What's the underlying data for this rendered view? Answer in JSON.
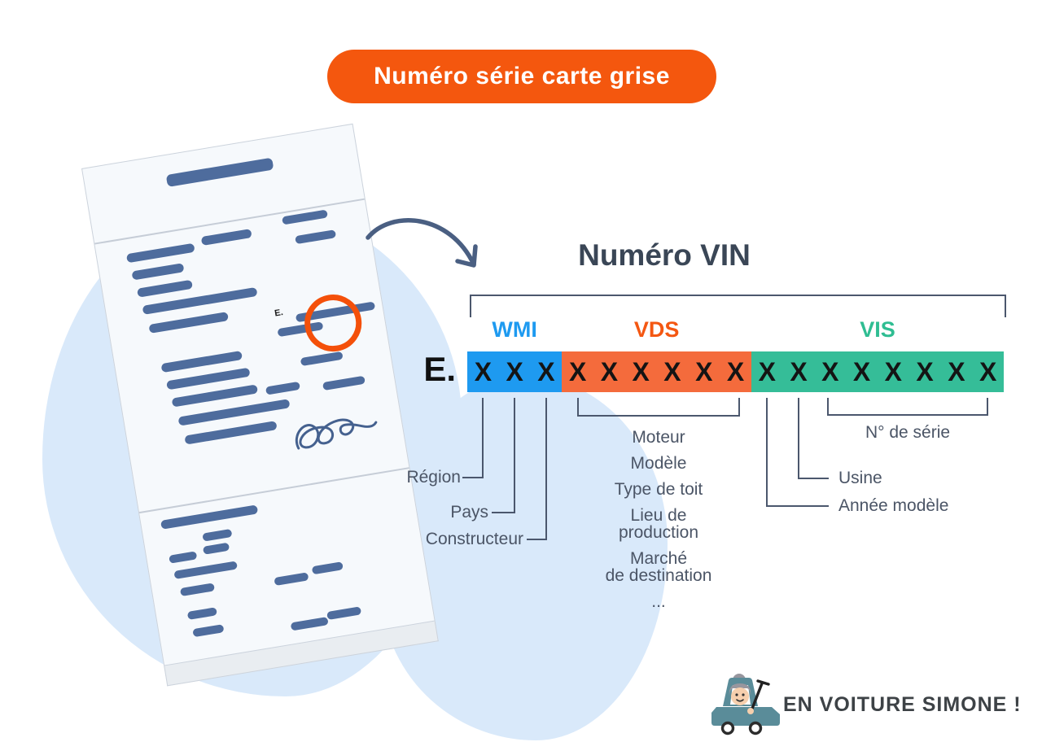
{
  "badge": {
    "label": "Numéro série carte grise",
    "color": "#f4570e"
  },
  "vin": {
    "title": "Numéro VIN",
    "prefix": "E.",
    "placeholder_char": "X",
    "sections": [
      {
        "code": "WMI",
        "length": 3,
        "bar_color": "#1e9af0",
        "label_color": "#1e9af0"
      },
      {
        "code": "VDS",
        "length": 6,
        "bar_color": "#f46b3c",
        "label_color": "#f45712"
      },
      {
        "code": "VIS",
        "length": 8,
        "bar_color": "#35bd98",
        "label_color": "#2fbd92"
      }
    ],
    "wmi_labels": [
      "Région",
      "Pays",
      "Constructeur"
    ],
    "vds_labels": [
      [
        "Moteur"
      ],
      [
        "Modèle"
      ],
      [
        "Type de toit"
      ],
      [
        "Lieu de",
        "production"
      ],
      [
        "Marché",
        "de destination"
      ],
      [
        "..."
      ]
    ],
    "vis_labels": {
      "serial": "N° de série",
      "factory": "Usine",
      "model_year": "Année modèle"
    }
  },
  "document": {
    "field_label": "E."
  },
  "logo": {
    "caption": "EN VOITURE SIMONE !"
  }
}
